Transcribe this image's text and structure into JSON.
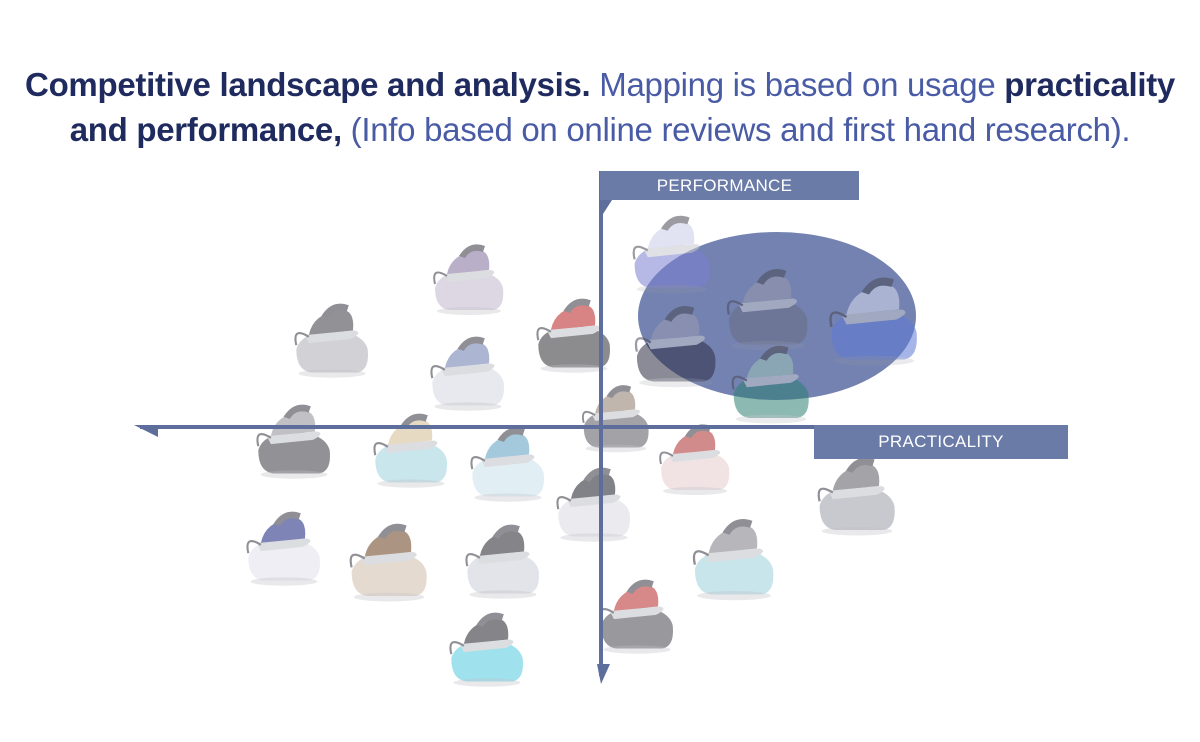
{
  "header": {
    "title_bold_1": "Competitive landscape and analysis.",
    "title_light_1": " Mapping is based on usage ",
    "title_bold_2": "practicality",
    "title_bold_3": "and performance,",
    "title_light_2": " (Info based on online reviews and first hand research)."
  },
  "axes": {
    "vertical_label": "PERFORMANCE",
    "horizontal_label": "PRACTICALITY"
  },
  "colors": {
    "axis": "#5d6d9c",
    "label_bg": "#6a7ba8",
    "highlight": "#3d5293",
    "title_dark": "#1f2b5e",
    "title_light": "#4a5ba6"
  },
  "products": [
    {
      "id": "p1",
      "body": "#c9bfd4",
      "accent": "#8f7fa8",
      "highlighted": false
    },
    {
      "id": "p2",
      "body": "#b7b7be",
      "accent": "#505057",
      "highlighted": false
    },
    {
      "id": "p3",
      "body": "#d9dce4",
      "accent": "#7a8bb8",
      "highlighted": false
    },
    {
      "id": "p4",
      "body": "#46464c",
      "accent": "#c23a3a",
      "highlighted": false
    },
    {
      "id": "p5",
      "body": "#7c7fd0",
      "accent": "#c9cbe8",
      "highlighted": true
    },
    {
      "id": "p6",
      "body": "#2e2e44",
      "accent": "#9a9ab2",
      "highlighted": true
    },
    {
      "id": "p7",
      "body": "#6b6d85",
      "accent": "#9899ad",
      "highlighted": true
    },
    {
      "id": "p8",
      "body": "#5e7ad6",
      "accent": "#d7dcee",
      "highlighted": true
    },
    {
      "id": "p9",
      "body": "#2f8073",
      "accent": "#9ec5b8",
      "highlighted": true
    },
    {
      "id": "p10",
      "body": "#505057",
      "accent": "#9b9ba3",
      "highlighted": false
    },
    {
      "id": "p11",
      "body": "#a9d8e3",
      "accent": "#d9c49d",
      "highlighted": false
    },
    {
      "id": "p12",
      "body": "#cfe6f0",
      "accent": "#6ea8c8",
      "highlighted": false
    },
    {
      "id": "p13",
      "body": "#6a6a72",
      "accent": "#9c8b7b",
      "highlighted": false
    },
    {
      "id": "p14",
      "body": "#e9d3d5",
      "accent": "#b54545",
      "highlighted": false
    },
    {
      "id": "p15",
      "body": "#dfe0e6",
      "accent": "#353540",
      "highlighted": false
    },
    {
      "id": "p16",
      "body": "#a8a9b1",
      "accent": "#6b6b73",
      "highlighted": false
    },
    {
      "id": "p17",
      "body": "#e6e4f0",
      "accent": "#303a8a",
      "highlighted": false
    },
    {
      "id": "p18",
      "body": "#d6c4b4",
      "accent": "#7a5336",
      "highlighted": false
    },
    {
      "id": "p19",
      "body": "#d2d5dc",
      "accent": "#3a3a42",
      "highlighted": false
    },
    {
      "id": "p20",
      "body": "#a6d6e0",
      "accent": "#8a8a92",
      "highlighted": false
    },
    {
      "id": "p21",
      "body": "#5a5a62",
      "accent": "#c04040",
      "highlighted": false
    },
    {
      "id": "p22",
      "body": "#65d0e3",
      "accent": "#3a3a42",
      "highlighted": false
    }
  ]
}
